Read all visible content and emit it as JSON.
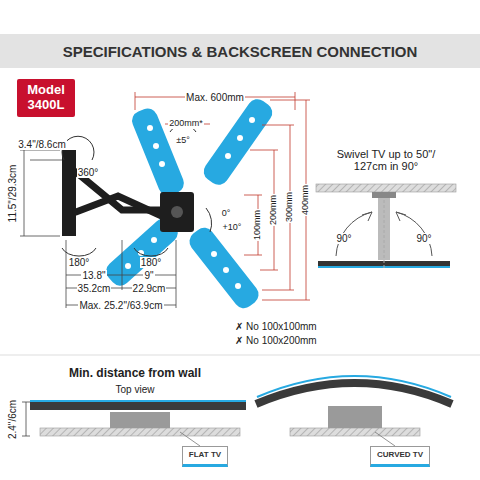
{
  "diagram": {
    "title": "SPECIFICATIONS & BACKSCREEN CONNECTION",
    "nodes": [
      {
        "text": [
          "Model 3400L"
        ]
      },
      {
        "text": [
          "FLAT TV"
        ]
      },
      {
        "text": [
          "CURVED TV"
        ]
      }
    ],
    "labels": [
      "Max. 600mm",
      "200mm*",
      "±5°",
      "3.4\"/8.6cm",
      "360°",
      "11.5\"/29.3cm",
      "0°",
      "+10°",
      "100mm",
      "200mm",
      "300mm",
      "400mm",
      "180°",
      "180°",
      "13.8\"",
      "9\"",
      "35.2cm",
      "22.9cm",
      "Max. 25.2\"/63.9cm",
      "✗ No 100x100mm",
      "✗ No 100x200mm",
      "Swivel TV up to 50\"/ 127cm in 90°",
      "90°",
      "90°",
      "Min. distance from wall",
      "Top view",
      "2.4\"/6cm"
    ]
  }
}
